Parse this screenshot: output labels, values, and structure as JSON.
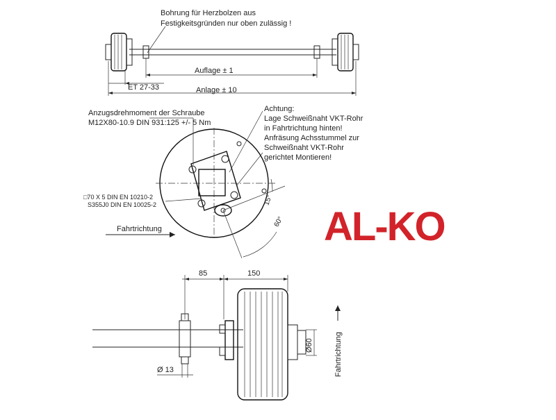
{
  "top_view": {
    "note_line1": "Bohrung für Herzbolzen aus",
    "note_line2": "Festigkeitsgründen nur oben zulässig !",
    "dim_auflage": "Auflage   ±  1",
    "dim_anlage": "Anlage   ±  10",
    "dim_et": "ET 27-33"
  },
  "flange_view": {
    "torque_line1": "Anzugsdrehmoment der Schraube",
    "torque_line2": "M12X80-10.9 DIN 931:125 +/- 5 Nm",
    "caution_lines": [
      "Achtung:",
      "Lage Schweißnaht VKT-Rohr",
      "in Fahrtrichtung hinten!",
      "Anfräsung Achsstummel zur",
      "Schweißnaht VKT-Rohr",
      "gerichtet Montieren!"
    ],
    "tube_spec_line1": "□70 X 5 DIN EN 10210-2",
    "tube_spec_line2": "S355J0 DIN EN 10025-2",
    "direction": "Fahrtrichtung",
    "angle_small": "15°",
    "angle_large": "60°"
  },
  "side_view": {
    "dim_85": "85",
    "dim_150": "150",
    "dim_d13": "Ø 13",
    "dim_d60": "Ø60",
    "direction": "Fahrtrichtung"
  },
  "logo": {
    "text": "AL-KO",
    "color": "#d2232a"
  }
}
